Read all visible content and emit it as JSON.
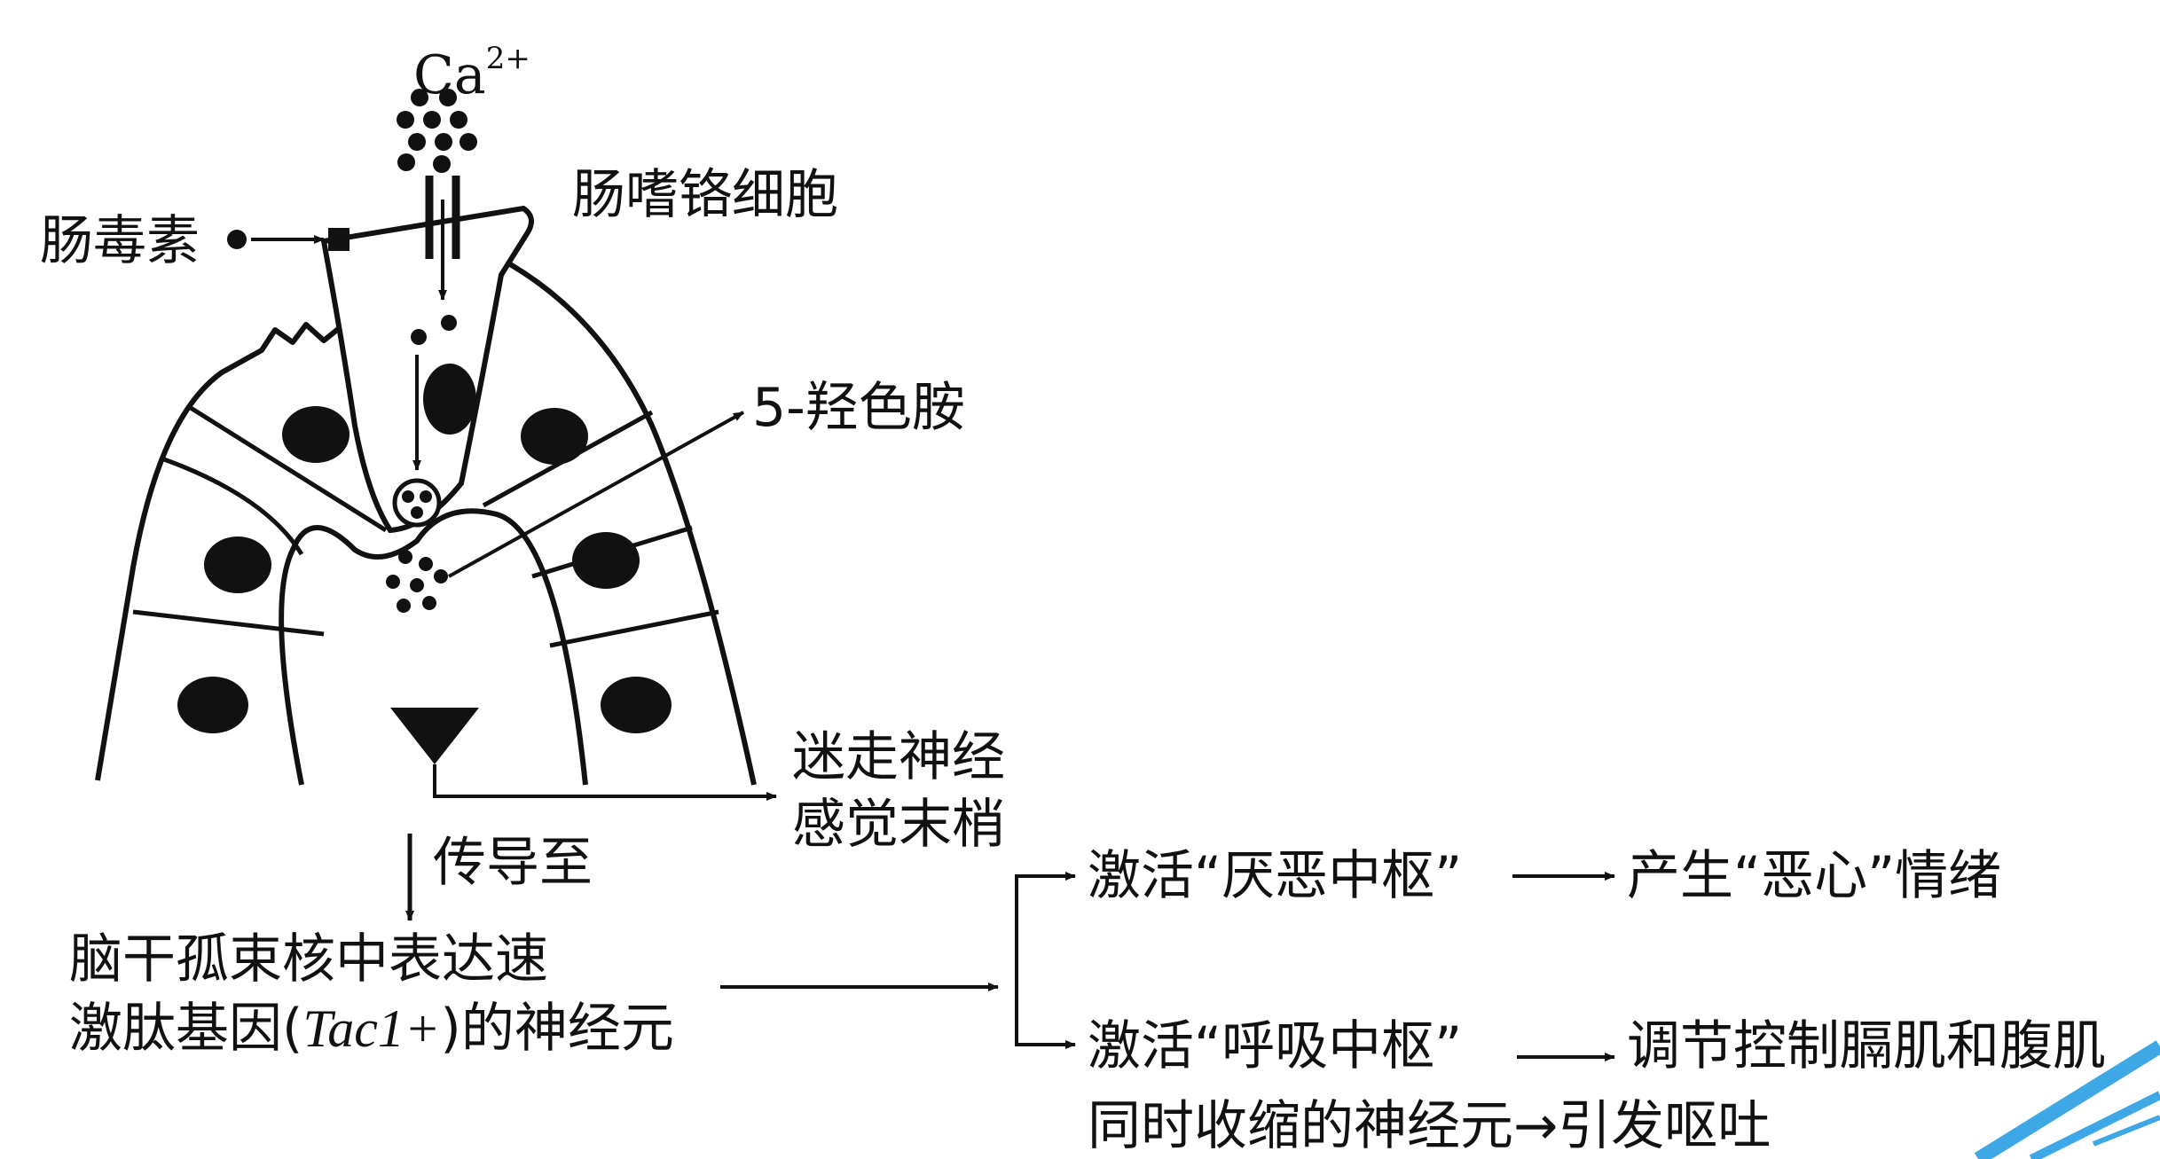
{
  "labels": {
    "ca_base": "Ca",
    "ca_sup": "2+",
    "enterochromaffin_cell": "肠嗜铬细胞",
    "enterotoxin": "肠毒素",
    "serotonin": "5-羟色胺",
    "vagus_line1": "迷走神经",
    "vagus_line2": "感觉末梢",
    "conduct_to": "传导至",
    "brainstem_line1": "脑干孤束核中表达速",
    "brainstem_line2_pre": "激肽基因(",
    "brainstem_line2_italic": "Tac1+",
    "brainstem_line2_post": ")的神经元",
    "aversion_center": "激活“厌恶中枢”",
    "nausea_result": "产生“恶心”情绪",
    "respiratory_center": "激活“呼吸中枢”",
    "muscle_control": "调节控制膈肌和腹肌",
    "vomit_result": "同时收缩的神经元→引发呕吐"
  },
  "colors": {
    "ink": "#111111",
    "corner_decoration": "#3ea8e6"
  }
}
